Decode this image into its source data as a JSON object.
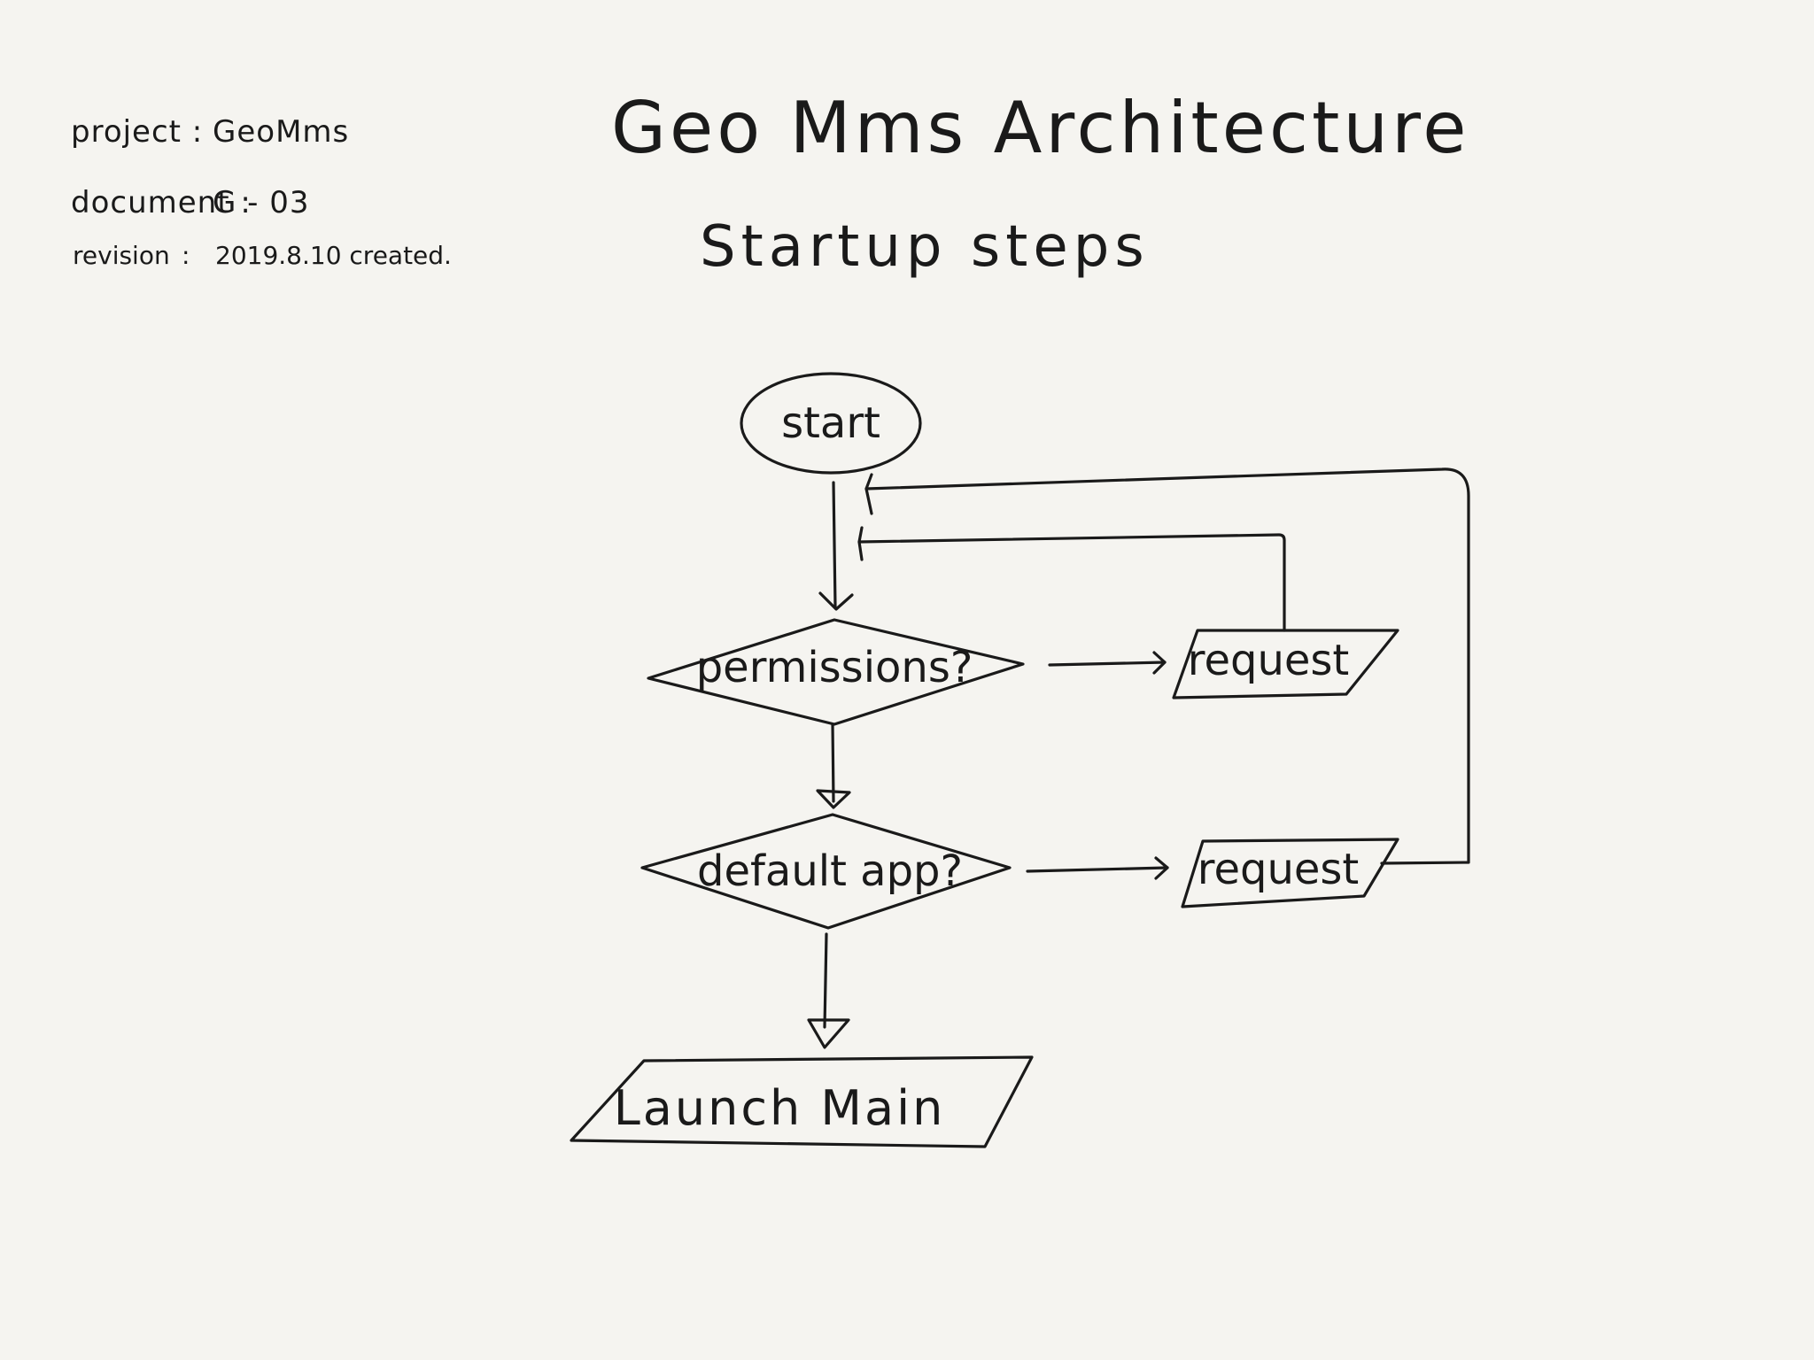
{
  "meta": {
    "project_label": "project :",
    "project_value": "GeoMms",
    "document_label": "document :",
    "document_value": "G - 03",
    "revision_label": "revision",
    "revision_sep": ":",
    "revision_value": "2019.8.10  created."
  },
  "title": "Geo Mms  Architecture",
  "subtitle": "Startup   steps",
  "nodes": {
    "start": "start",
    "permissions": "permissions?",
    "request_permissions": "request",
    "default_app": "default app?",
    "request_default": "request",
    "launch_main": "Launch Main"
  }
}
